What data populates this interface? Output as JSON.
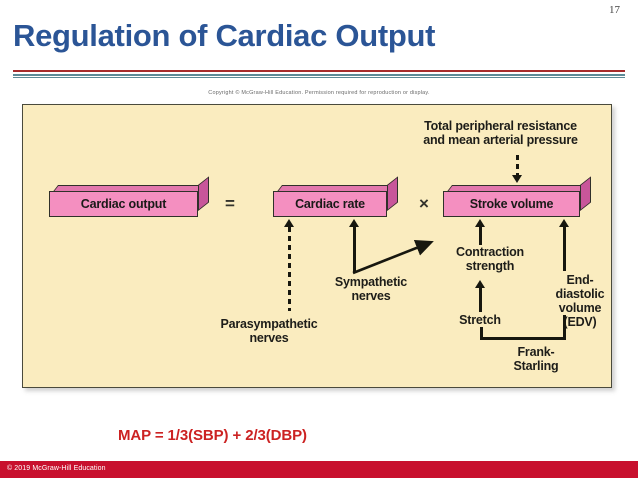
{
  "slide": {
    "number": "17",
    "title": "Regulation of Cardiac Output"
  },
  "figure": {
    "copyright": "Copyright © McGraw-Hill Education.  Permission required for reproduction or display.",
    "boxes": [
      {
        "id": "cardiac-output",
        "label": "Cardiac output"
      },
      {
        "id": "cardiac-rate",
        "label": "Cardiac rate"
      },
      {
        "id": "stroke-volume",
        "label": "Stroke volume"
      }
    ],
    "operators": {
      "equals": "=",
      "times": "×"
    },
    "labels": {
      "total_peripheral_resistance": "Total peripheral resistance\nand mean arterial pressure",
      "parasympathetic": "Parasympathetic\nnerves",
      "sympathetic": "Sympathetic\nnerves",
      "contraction_strength": "Contraction\nstrength",
      "stretch": "Stretch",
      "edv": "End-\ndiastolic\nvolume\n(EDV)",
      "frank_starling": "Frank-\nStarling"
    },
    "colors": {
      "background": "#faecbf",
      "box_face": "#f48fc0",
      "box_top": "#e277ad",
      "box_side": "#c8569a",
      "connector": "#17170f"
    }
  },
  "formula": {
    "map": "MAP = 1/3(SBP) + 2/3(DBP)",
    "color": "#cc2222"
  },
  "footer": {
    "text": "© 2019 McGraw-Hill Education",
    "color": "#c8102e"
  },
  "rule": {
    "red": "#a62b2b",
    "teal": "#5d8a96"
  }
}
